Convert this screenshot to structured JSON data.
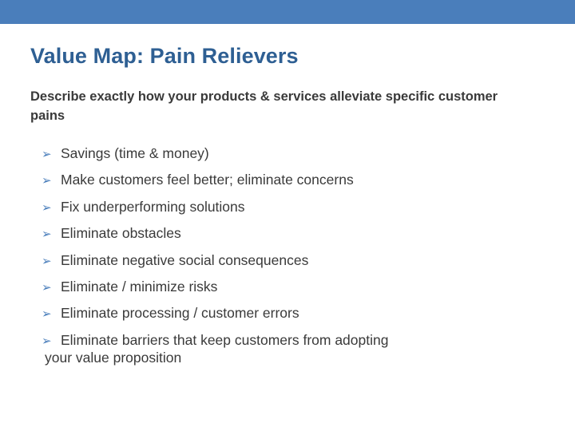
{
  "slide": {
    "title": "Value Map: Pain Relievers",
    "subtitle": "Describe exactly how your products & services alleviate specific customer pains",
    "bullet_marker": "➢",
    "accent_color": "#4a7ebb",
    "title_color": "#2e5f93",
    "text_color": "#3a3a3a",
    "bullets": [
      {
        "text": "Savings (time & money)"
      },
      {
        "text": "Make customers feel better; eliminate concerns"
      },
      {
        "text": "Fix underperforming solutions"
      },
      {
        "text": "Eliminate obstacles"
      },
      {
        "text": "Eliminate negative social consequences"
      },
      {
        "text": "Eliminate / minimize risks"
      },
      {
        "text": "Eliminate processing / customer errors"
      },
      {
        "text": "Eliminate barriers that keep customers from adopting",
        "wrap": "your value proposition"
      }
    ]
  }
}
